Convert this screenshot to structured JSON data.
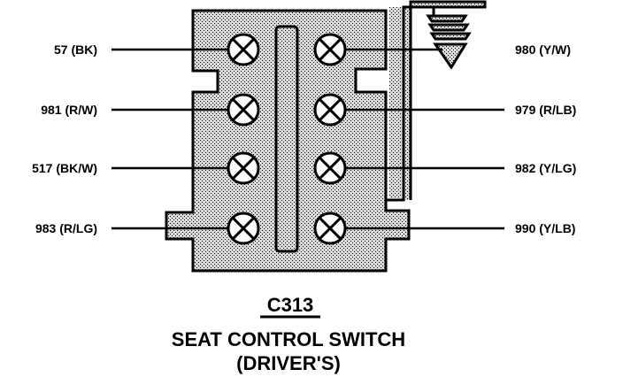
{
  "connector": {
    "id": "C313",
    "name": "SEAT CONTROL SWITCH",
    "qualifier": "(DRIVER'S)"
  },
  "colors": {
    "stipple_fill": "#d9d9d9",
    "ink": "#000000"
  },
  "left_wires": [
    {
      "label": "57 (BK)"
    },
    {
      "label": "981 (R/W)"
    },
    {
      "label": "517 (BK/W)"
    },
    {
      "label": "983 (R/LG)"
    }
  ],
  "right_wires": [
    {
      "label": "980 (Y/W)"
    },
    {
      "label": "979 (R/LB)"
    },
    {
      "label": "982 (Y/LG)"
    },
    {
      "label": "990 (Y/LB)"
    }
  ],
  "ground_symbol": "ground-icon"
}
